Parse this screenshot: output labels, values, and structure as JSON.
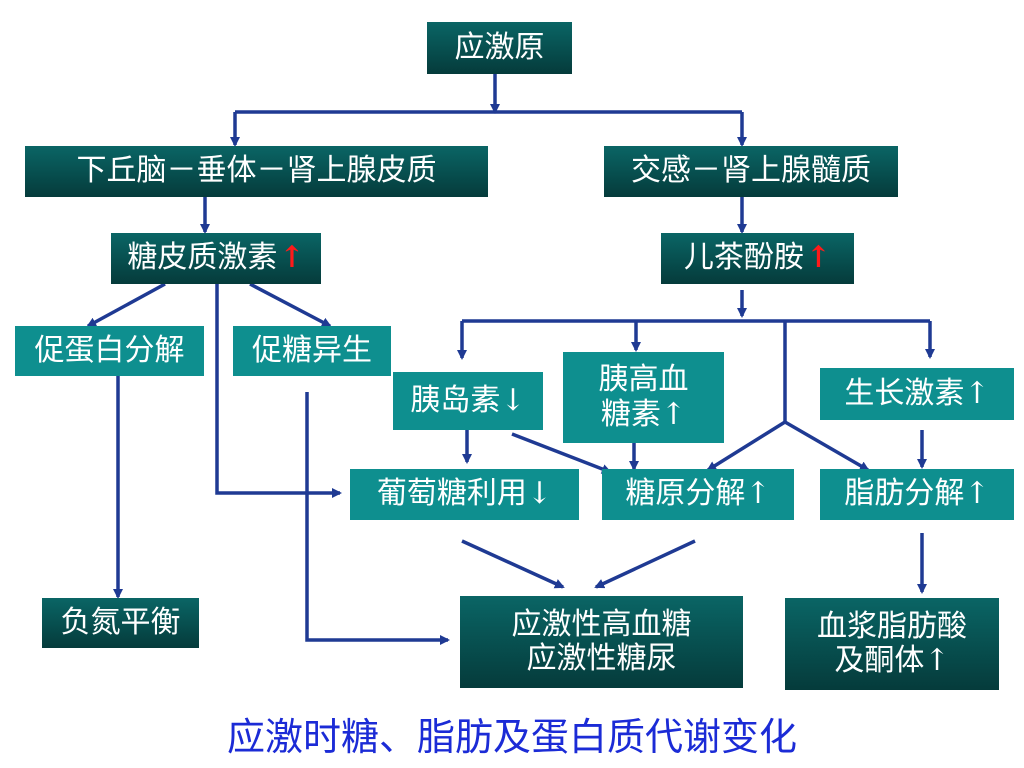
{
  "nodes": {
    "stressor": {
      "label": "应激原"
    },
    "hpa": {
      "label": "下丘脑－垂体－肾上腺皮质"
    },
    "sympathetic": {
      "label": "交感－肾上腺髓质"
    },
    "glucocorticoid": {
      "label": "糖皮质激素",
      "arrow": "↑"
    },
    "catecholamine": {
      "label": "儿茶酚胺",
      "arrow": "↑"
    },
    "protein_breakdown": {
      "label": "促蛋白分解"
    },
    "gluconeogenesis": {
      "label": "促糖异生"
    },
    "insulin": {
      "label": "胰岛素↓"
    },
    "glucagon": {
      "line1": "胰高血",
      "line2": "糖素↑"
    },
    "growth_hormone": {
      "label": "生长激素↑"
    },
    "glucose_use": {
      "label": "葡萄糖利用↓"
    },
    "glycogenolysis": {
      "label": "糖原分解↑"
    },
    "lipolysis": {
      "label": "脂肪分解↑"
    },
    "negative_nitrogen": {
      "label": "负氮平衡"
    },
    "stress_hyperglycemia": {
      "line1": "应激性高血糖",
      "line2": "应激性糖尿"
    },
    "ffa_ketone": {
      "line1": "血浆脂肪酸",
      "line2": "及酮体↑"
    }
  },
  "caption": "应激时糖、脂肪及蛋白质代谢变化",
  "colors": {
    "dark_box": "#074e4e",
    "teal_box": "#0e8f8f",
    "line": "#1f3a93",
    "caption": "#1b2bd6",
    "red_arrow": "#ff1a1a"
  }
}
